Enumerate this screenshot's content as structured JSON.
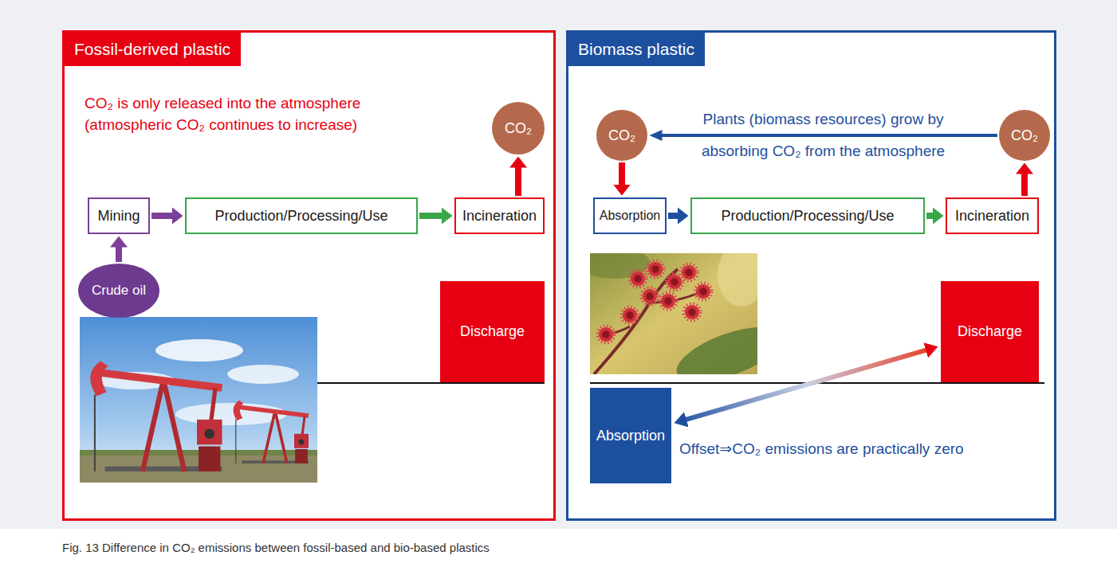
{
  "diagram": {
    "caption": "Fig. 13 Difference in CO₂ emissions between fossil-based and bio-based plastics",
    "nodes": [
      {
        "text": [
          "Fossil-derived plastic"
        ]
      },
      {
        "text": [
          "CO₂"
        ],
        "in": 0
      },
      {
        "text": [
          "Mining"
        ],
        "in": 0
      },
      {
        "text": [
          "Production/Processing/Use"
        ],
        "in": 0
      },
      {
        "text": [
          "Incineration"
        ],
        "in": 0
      },
      {
        "text": [
          "Crude oil"
        ],
        "in": 0
      },
      {
        "text": [
          "Discharge"
        ],
        "in": 0
      },
      {
        "text": [
          "Biomass plastic"
        ]
      },
      {
        "text": [
          "CO₂"
        ],
        "in": 7
      },
      {
        "text": [
          "CO₂"
        ],
        "in": 7
      },
      {
        "text": [
          "Absorption"
        ],
        "in": 7
      },
      {
        "text": [
          "Production/Processing/Use"
        ],
        "in": 7
      },
      {
        "text": [
          "Incineration"
        ],
        "in": 7
      },
      {
        "text": [
          "Discharge"
        ],
        "in": 7
      },
      {
        "text": [
          "Absorption"
        ],
        "in": 7
      }
    ],
    "edges": [
      {
        "from": 5,
        "to": 2,
        "arrow": "to"
      },
      {
        "from": 2,
        "to": 3,
        "arrow": "to"
      },
      {
        "from": 3,
        "to": 4,
        "arrow": "to"
      },
      {
        "from": 4,
        "to": 1,
        "arrow": "to"
      },
      {
        "from": 9,
        "to": 8,
        "arrow": "to",
        "label": "Plants (biomass resources) grow by absorbing CO₂ from the atmosphere"
      },
      {
        "from": 8,
        "to": 10,
        "arrow": "to"
      },
      {
        "from": 10,
        "to": 11,
        "arrow": "to"
      },
      {
        "from": 11,
        "to": 12,
        "arrow": "to"
      },
      {
        "from": 12,
        "to": 9,
        "arrow": "to"
      },
      {
        "from": 14,
        "to": 13,
        "arrow": "both"
      }
    ],
    "labels": [
      "CO₂ is only released into the atmosphere (atmospheric CO₂ continues to increase)",
      "Offset⇒CO₂ emissions are practically zero"
    ]
  }
}
